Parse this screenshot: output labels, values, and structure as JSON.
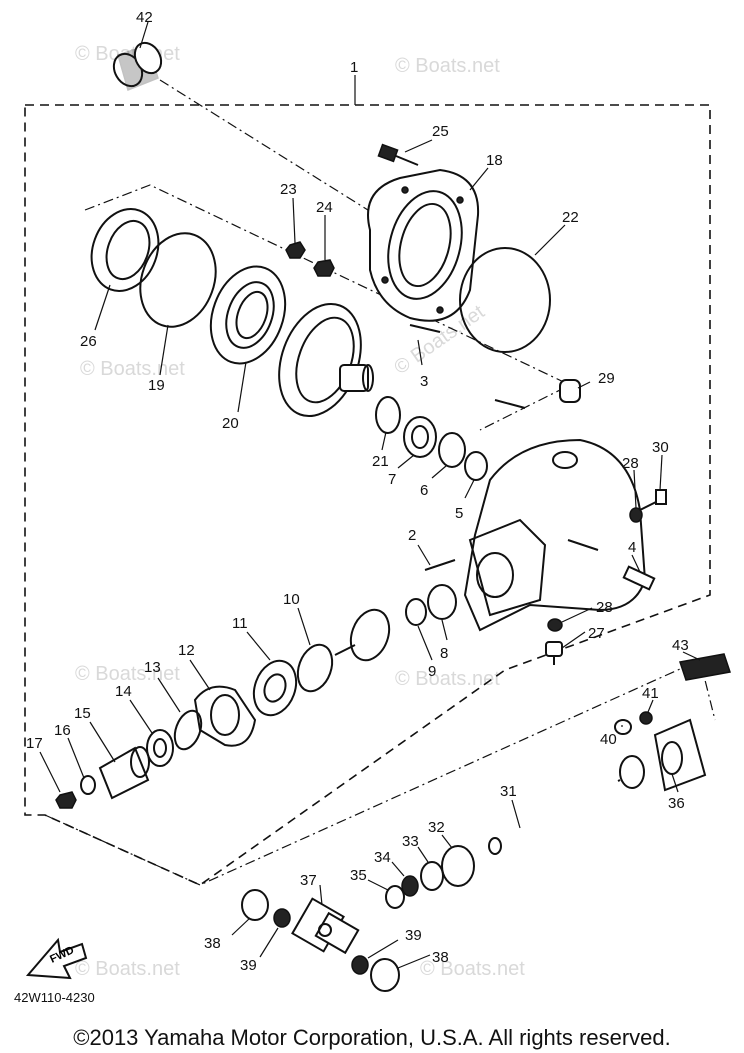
{
  "watermark": "© Boats.net",
  "figure_code": "42W110-4230",
  "copyright": "©2013 Yamaha Motor Corporation, U.S.A. All rights reserved.",
  "fwd_label": "FWD",
  "callouts": {
    "c1": "1",
    "c2": "2",
    "c3": "3",
    "c4": "4",
    "c5": "5",
    "c6": "6",
    "c7": "7",
    "c8": "8",
    "c9": "9",
    "c10": "10",
    "c11": "11",
    "c12": "12",
    "c13": "13",
    "c14": "14",
    "c15": "15",
    "c16": "16",
    "c17": "17",
    "c18": "18",
    "c19": "19",
    "c20": "20",
    "c21": "21",
    "c22": "22",
    "c23": "23",
    "c24": "24",
    "c25": "25",
    "c26": "26",
    "c27": "27",
    "c28a": "28",
    "c28b": "28",
    "c29": "29",
    "c30": "30",
    "c31": "31",
    "c32": "32",
    "c33": "33",
    "c34": "34",
    "c35": "35",
    "c36": "36",
    "c37": "37",
    "c38a": "38",
    "c38b": "38",
    "c39a": "39",
    "c39b": "39",
    "c40": "40",
    "c41": "41",
    "c42": "42",
    "c43": "43"
  }
}
